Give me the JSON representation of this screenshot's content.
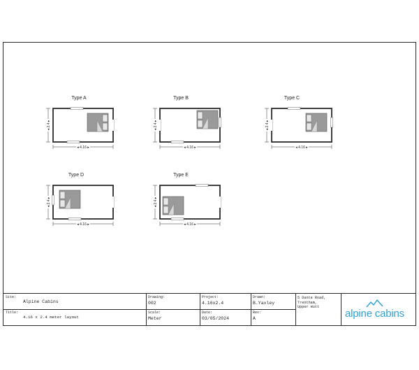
{
  "plans": [
    {
      "label": "Type A",
      "dim_width": "4.16",
      "dim_height": "2.4"
    },
    {
      "label": "Type B",
      "dim_width": "4.16",
      "dim_height": "2.4"
    },
    {
      "label": "Type C",
      "dim_width": "4.16",
      "dim_height": "2.4"
    },
    {
      "label": "Type D",
      "dim_width": "4.16",
      "dim_height": "2.4"
    },
    {
      "label": "Type E",
      "dim_width": "4.16",
      "dim_height": "2.4"
    }
  ],
  "title_block": {
    "site_caption": "Site:",
    "site_value": "Alpine Cabins",
    "title_caption": "Title:",
    "title_value": "4.16 x 2.4 meter layout",
    "drawing_caption": "Drawing:",
    "drawing_value": "002",
    "scale_caption": "Scale:",
    "scale_value": "Meter",
    "project_caption": "Project:",
    "project_value": "4.16x2.4",
    "date_caption": "Date:",
    "date_value": "03/05/2024",
    "drawn_caption": "Drawn:",
    "drawn_value": "B.Yaxley",
    "rev_caption": "Rev:",
    "rev_value": "A",
    "address_line1": "5 Dante Road,",
    "address_line2": "Trentham,",
    "address_line3": "Upper Hutt",
    "logo_text": "alpine cabins"
  },
  "colors": {
    "line": "#2a2a2a",
    "bed": "#9a9a9a",
    "brand": "#2fa3d6"
  }
}
